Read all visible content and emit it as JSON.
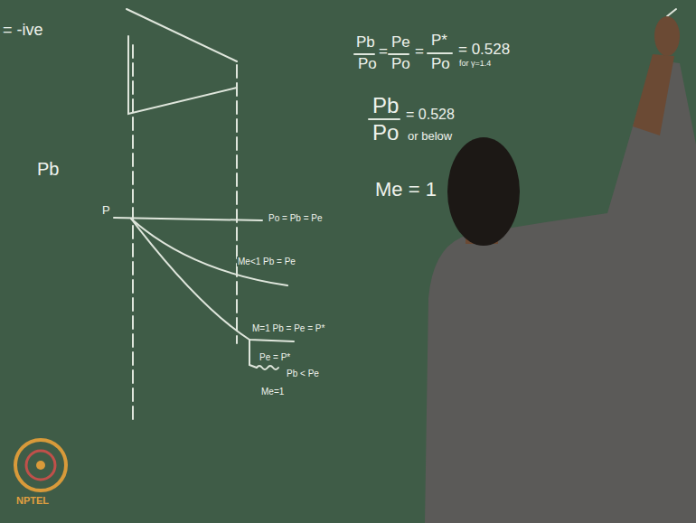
{
  "diagram": {
    "labels": [
      "= -ive",
      "Pb",
      "Po",
      "=",
      "Pe",
      "Po",
      "=",
      "P*",
      "Po",
      "= 0.528",
      "for γ=1.4",
      "Pb",
      "Pb",
      "Po",
      "= 0.528",
      "or below",
      "P",
      "Po = Pb = Pe",
      "Me<1 Pb = Pe",
      "Me = 1",
      "M=1 Pb = Pe = P*",
      "Pe = P*",
      "Pb < Pe",
      "Me=1",
      "NPTEL"
    ]
  }
}
